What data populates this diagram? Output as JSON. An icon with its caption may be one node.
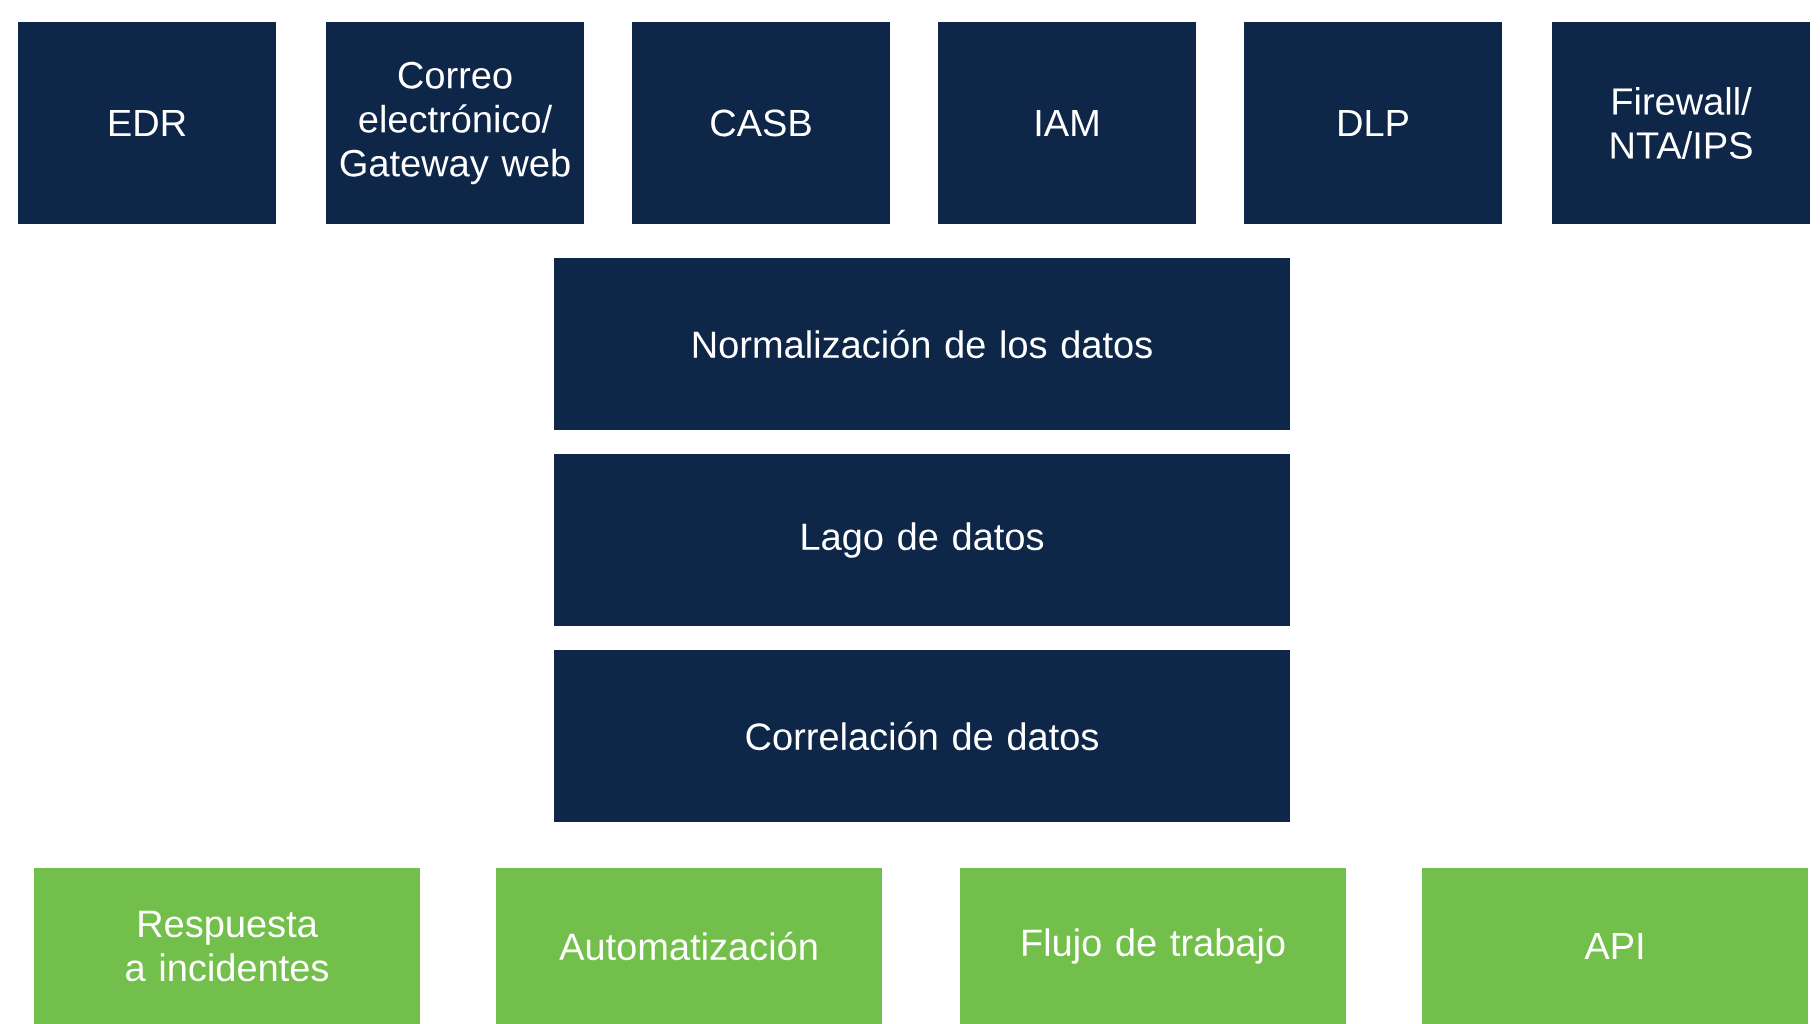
{
  "diagram": {
    "nodes": [
      {
        "text": [
          "EDR"
        ]
      },
      {
        "text": [
          "Correo electrónico/ Gateway web"
        ]
      },
      {
        "text": [
          "CASB"
        ]
      },
      {
        "text": [
          "IAM"
        ]
      },
      {
        "text": [
          "DLP"
        ]
      },
      {
        "text": [
          "Firewall/ NTA/IPS"
        ]
      },
      {
        "text": [
          "Normalización de los datos"
        ]
      },
      {
        "text": [
          "Lago de datos"
        ]
      },
      {
        "text": [
          "Correlación de datos"
        ]
      },
      {
        "text": [
          "Respuesta a incidentes"
        ]
      },
      {
        "text": [
          "Automatización"
        ]
      },
      {
        "text": [
          "Flujo de trabajo"
        ]
      },
      {
        "text": [
          "API"
        ]
      }
    ]
  }
}
